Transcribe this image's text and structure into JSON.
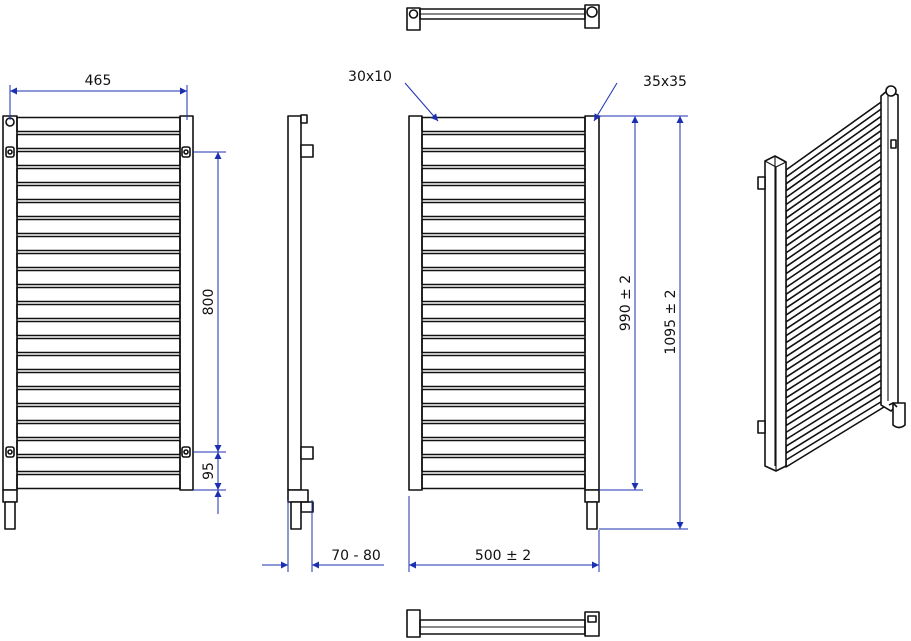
{
  "colors": {
    "outline": "#111111",
    "dimension": "#1c2fb0",
    "background": "#ffffff"
  },
  "dimensions": {
    "front_width": "465",
    "bracket_spacing": "800",
    "bottom_bracket": "95",
    "wall_clearance": "70 - 80",
    "overall_width": "500  ± 2",
    "body_height": "990  ± 2",
    "overall_height": "1095  ± 2",
    "rung_profile": "30x10",
    "post_profile": "35x35"
  },
  "views": [
    "front-view-mounting",
    "side-view",
    "front-view",
    "top-view",
    "bottom-view",
    "isometric-view"
  ]
}
